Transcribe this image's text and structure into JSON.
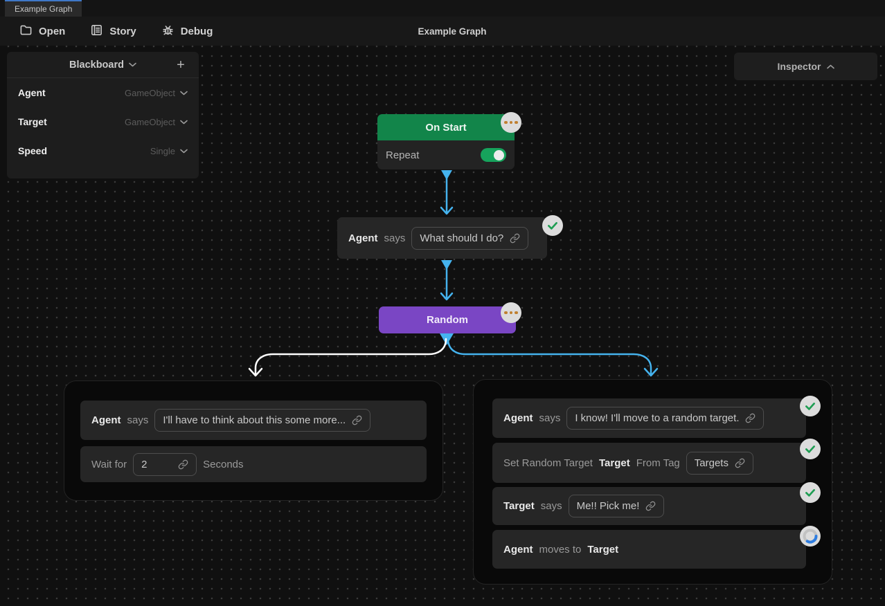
{
  "window": {
    "tab_title": "Example Graph",
    "toolbar": {
      "open_label": "Open",
      "story_label": "Story",
      "debug_label": "Debug",
      "title": "Example Graph"
    }
  },
  "blackboard": {
    "title": "Blackboard",
    "add_button": "+",
    "variables": [
      {
        "name": "Agent",
        "type": "GameObject"
      },
      {
        "name": "Target",
        "type": "GameObject"
      },
      {
        "name": "Speed",
        "type": "Single"
      }
    ]
  },
  "inspector": {
    "title": "Inspector"
  },
  "graph": {
    "on_start": {
      "title": "On Start",
      "repeat_label": "Repeat",
      "repeat_enabled": true,
      "badge": "menu"
    },
    "ask": {
      "subject": "Agent",
      "verb": "says",
      "text": "What should I do?",
      "badge": "completed"
    },
    "random": {
      "title": "Random",
      "badge": "menu"
    },
    "left_branch": {
      "say": {
        "subject": "Agent",
        "verb": "says",
        "text": "I'll have to think about this some more..."
      },
      "wait": {
        "prefix": "Wait for",
        "value": "2",
        "suffix": "Seconds"
      }
    },
    "right_branch": {
      "say1": {
        "subject": "Agent",
        "verb": "says",
        "text": "I know! I'll move to a random target.",
        "badge": "completed"
      },
      "set_random_target": {
        "action": "Set Random Target",
        "variable": "Target",
        "connector": "From Tag",
        "tag": "Targets",
        "badge": "completed"
      },
      "say2": {
        "subject": "Target",
        "verb": "says",
        "text": "Me!! Pick me!",
        "badge": "completed"
      },
      "move": {
        "subject": "Agent",
        "action": "moves to",
        "target": "Target",
        "badge": "running"
      }
    }
  },
  "colors": {
    "accent_blue": "#45b3ee",
    "branch_white": "#ffffff",
    "on_start_green": "#12854a",
    "random_purple": "#7a46c4",
    "toggle_green": "#16a35c",
    "check_green": "#1f9e53",
    "spinner_blue": "#2e7de0",
    "menu_dots_orange": "#c08030",
    "tab_accent": "#3f78c8"
  }
}
